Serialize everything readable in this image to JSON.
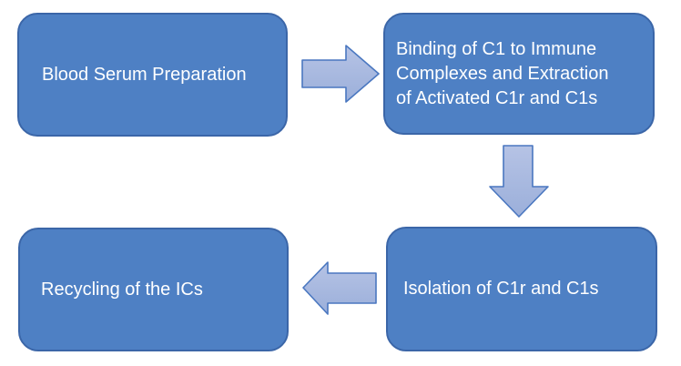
{
  "diagram": {
    "title": "",
    "colors": {
      "background": "#ffffff",
      "box_fill": "#4e80c4",
      "box_border": "#3b66a8",
      "text_color": "#ffffff",
      "arrow_fill_top": "#b6c3e5",
      "arrow_fill_bottom": "#9bafda",
      "arrow_border": "#4a77c0"
    },
    "nodes": [
      {
        "label": "Blood Serum Preparation",
        "lines": [
          "Blood Serum Preparation"
        ]
      },
      {
        "label": "Binding of C1 to Immune Complexes and Extraction of Activated C1r and C1s",
        "lines": [
          "Binding of C1 to Immune",
          "Complexes and Extraction",
          "of Activated C1r and C1s"
        ]
      },
      {
        "label": "Isolation of C1r and C1s",
        "lines": [
          "Isolation of C1r and C1s"
        ]
      },
      {
        "label": "Recycling of the ICs",
        "lines": [
          "Recycling of the ICs"
        ]
      }
    ],
    "arrows": [
      {
        "direction": "right",
        "from": "Blood Serum Preparation",
        "to": "Binding of C1 to Immune Complexes and Extraction of Activated C1r and C1s"
      },
      {
        "direction": "down",
        "from": "Binding of C1 to Immune Complexes and Extraction of Activated C1r and C1s",
        "to": "Isolation of C1r and C1s"
      },
      {
        "direction": "left",
        "from": "Isolation of C1r and C1s",
        "to": "Recycling of the ICs"
      }
    ]
  }
}
